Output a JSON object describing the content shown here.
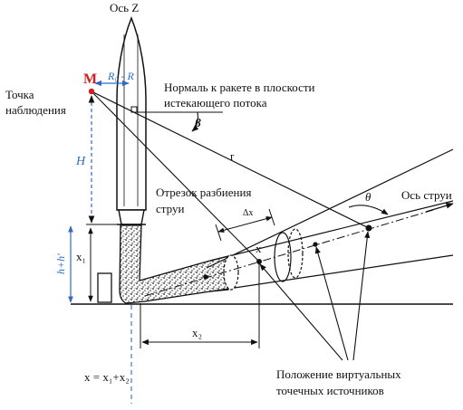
{
  "labels": {
    "axis_z": "Ось Z",
    "point_m": "M",
    "r0_r": "R₀ - R",
    "observation_point_1": "Точка",
    "observation_point_2": "наблюдения",
    "normal_1": "Нормаль к ракете в плоскости",
    "normal_2": "истекающего потока",
    "beta": "β",
    "r": "r",
    "H": "H",
    "theta": "θ",
    "jet_axis": "Ось струи",
    "segment_1": "Отрезок разбиения",
    "segment_2": "струи",
    "delta_x": "Δx",
    "x": "x",
    "x1": "x₁",
    "x2": "x₂",
    "h_hprime": "h+h'",
    "formula": "x = x₁+x₂",
    "virtual_1": "Положение виртуальных",
    "virtual_2": "точечных источников"
  },
  "colors": {
    "blue": "#2e6cc2",
    "red": "#d11f1f",
    "line": "#111111"
  }
}
